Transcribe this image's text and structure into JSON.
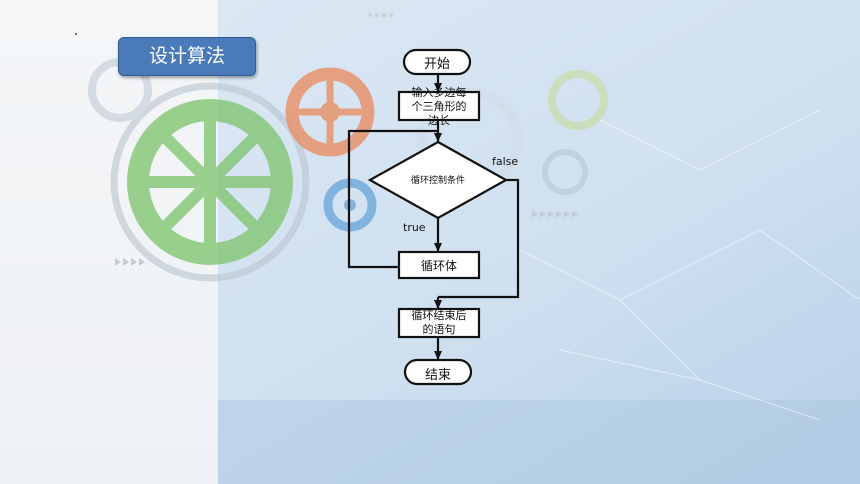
{
  "title": "设计算法",
  "flowchart": {
    "start": "开始",
    "input_line1": "输入多边每",
    "input_line2": "个三角形的",
    "input_line3": "边长",
    "condition": "循环控制条件",
    "true_label": "true",
    "false_label": "false",
    "loop_body": "循环体",
    "after_line1": "循环结束后",
    "after_line2": "的语句",
    "end": "结束"
  },
  "colors": {
    "title_bg": "#4a7ab8",
    "gear_green": "#7cc36a",
    "gear_orange": "#e8895a",
    "gear_blue": "#5fa0d8"
  }
}
